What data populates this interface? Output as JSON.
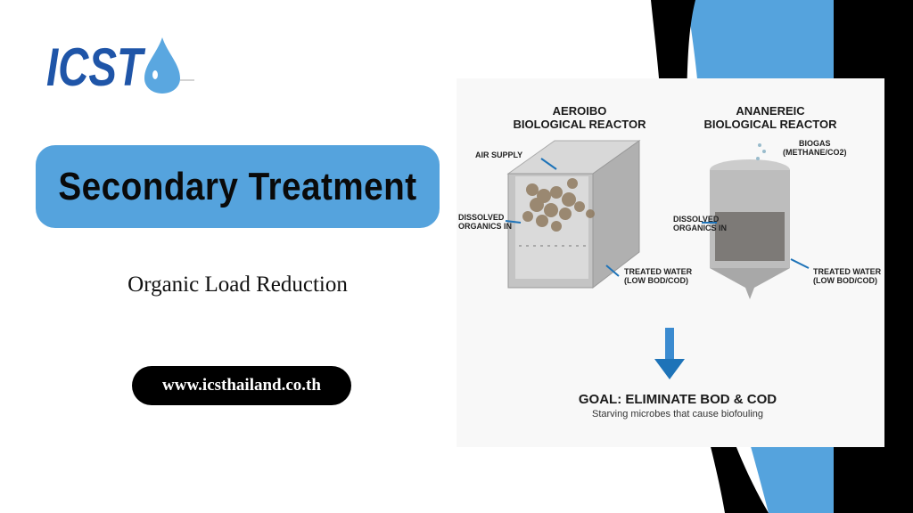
{
  "logo": {
    "text": "ICST",
    "icon": "water-drop-icon"
  },
  "title": "Secondary Treatment",
  "subtitle": "Organic Load Reduction",
  "website": "www.icsthailand.co.th",
  "colors": {
    "accent": "#55a3dd",
    "dark": "#000000",
    "logo": "#1f55a8"
  },
  "diagram": {
    "aerobic": {
      "title_line1": "AEROIBO",
      "title_line2": "BIOLOGICAL REACTOR",
      "air": "AIR SUPPLY",
      "in_1": "DISSOLVED",
      "in_2": "ORGANICS IN",
      "out_1": "TREATED WATER",
      "out_2": "(LOW BOD/COD)"
    },
    "anaerobic": {
      "title_line1": "ANANEREIC",
      "title_line2": "BIOLOGICAL REACTOR",
      "gas_1": "BIOGAS",
      "gas_2": "(METHANE/CO2)",
      "in_1": "DISSOLVED",
      "in_2": "ORGANICS IN",
      "out_1": "TREATED WATER",
      "out_2": "(LOW BOD/COD)"
    },
    "goal": "GOAL: ELIMINATE BOD & COD",
    "goal_sub": "Starving microbes that cause biofouling"
  }
}
